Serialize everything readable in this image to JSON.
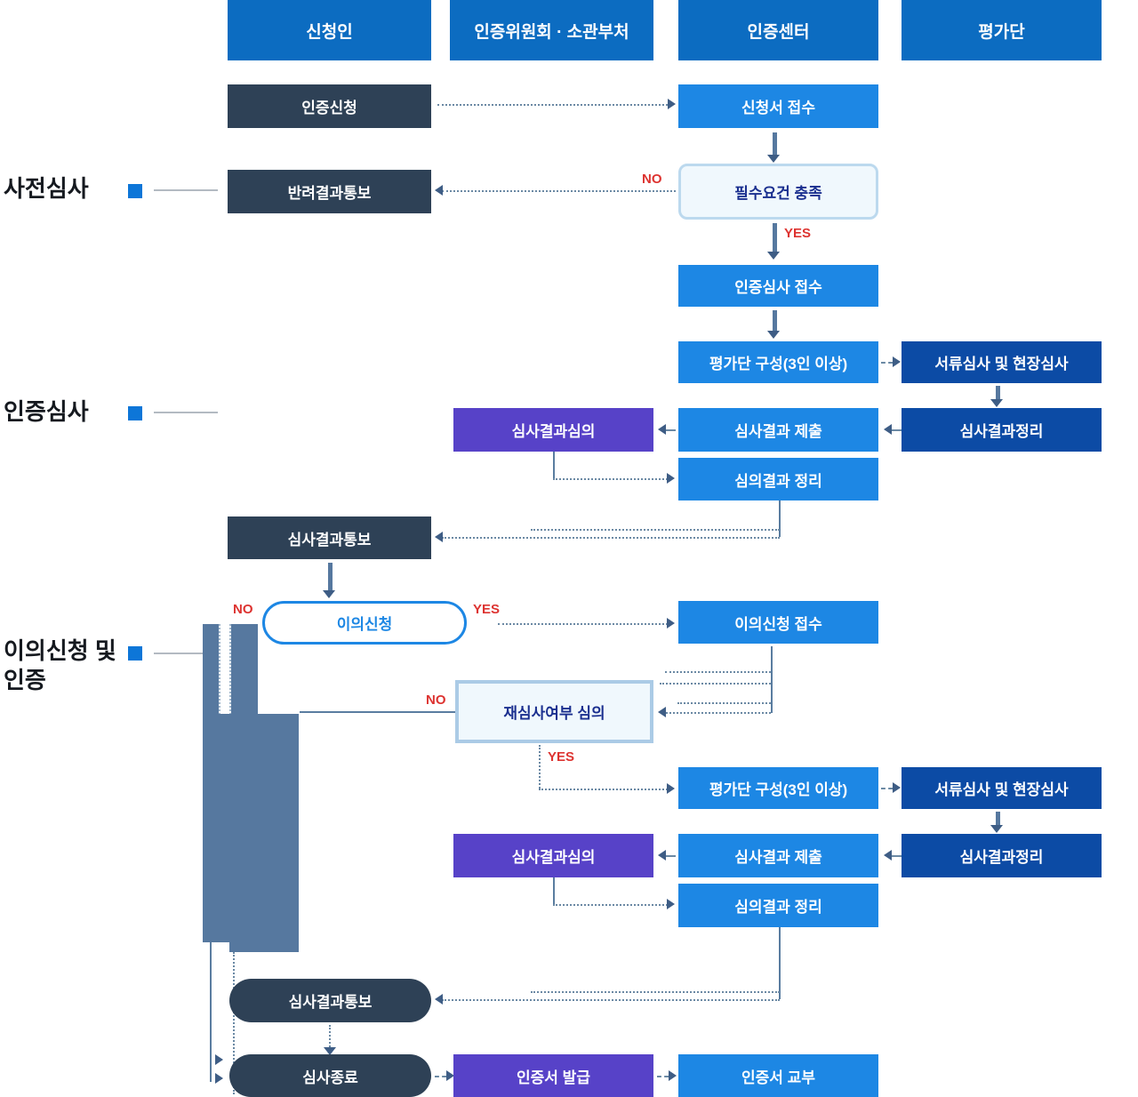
{
  "columns": [
    {
      "label": "신청인"
    },
    {
      "label": "인증위원회 · 소관부처"
    },
    {
      "label": "인증센터"
    },
    {
      "label": "평가단"
    }
  ],
  "side_labels": [
    {
      "label": "사전심사"
    },
    {
      "label": "인증심사"
    },
    {
      "label": "이의신청 및\n인증"
    }
  ],
  "nodes": [
    {
      "id": "apply",
      "label": "인증신청"
    },
    {
      "id": "application-receipt",
      "label": "신청서 접수"
    },
    {
      "id": "reject-notice",
      "label": "반려결과통보"
    },
    {
      "id": "requirement-check",
      "label": "필수요건 충족"
    },
    {
      "id": "exam-receipt",
      "label": "인증심사 접수"
    },
    {
      "id": "team-build-1",
      "label": "평가단 구성(3인 이상)"
    },
    {
      "id": "doc-site-exam-1",
      "label": "서류심사 및 현장심사"
    },
    {
      "id": "result-review-1",
      "label": "심사결과심의"
    },
    {
      "id": "result-submit-1",
      "label": "심사결과 제출"
    },
    {
      "id": "result-sort-1",
      "label": "심사결과정리"
    },
    {
      "id": "deliberation-sort-1",
      "label": "심의결과 정리"
    },
    {
      "id": "result-notice-1",
      "label": "심사결과통보"
    },
    {
      "id": "objection",
      "label": "이의신청"
    },
    {
      "id": "objection-receipt",
      "label": "이의신청 접수"
    },
    {
      "id": "reexam-decision",
      "label": "재심사여부 심의"
    },
    {
      "id": "team-build-2",
      "label": "평가단 구성(3인 이상)"
    },
    {
      "id": "doc-site-exam-2",
      "label": "서류심사 및 현장심사"
    },
    {
      "id": "result-review-2",
      "label": "심사결과심의"
    },
    {
      "id": "result-submit-2",
      "label": "심사결과 제출"
    },
    {
      "id": "result-sort-2",
      "label": "심사결과정리"
    },
    {
      "id": "deliberation-sort-2",
      "label": "심의결과 정리"
    },
    {
      "id": "result-notice-2",
      "label": "심사결과통보"
    },
    {
      "id": "exam-end",
      "label": "심사종료"
    },
    {
      "id": "cert-issue",
      "label": "인증서 발급"
    },
    {
      "id": "cert-deliver",
      "label": "인증서 교부"
    }
  ],
  "decision_labels": [
    {
      "id": "requirement-no",
      "text": "NO"
    },
    {
      "id": "requirement-yes",
      "text": "YES"
    },
    {
      "id": "objection-no",
      "text": "NO"
    },
    {
      "id": "objection-yes",
      "text": "YES"
    },
    {
      "id": "reexam-no",
      "text": "NO"
    },
    {
      "id": "reexam-yes",
      "text": "YES"
    }
  ],
  "colors": {
    "header_blue": "#0c6cc1",
    "process_blue": "#1d87e4",
    "applicant_navy": "#2e4156",
    "evaluator_royal": "#0c4ba5",
    "committee_purple": "#5742c8",
    "no_path_slate": "#56789f",
    "decision_fill": "#f0f8fd",
    "decision_red": "#dd3330",
    "marker_blue": "#0d76d8"
  }
}
